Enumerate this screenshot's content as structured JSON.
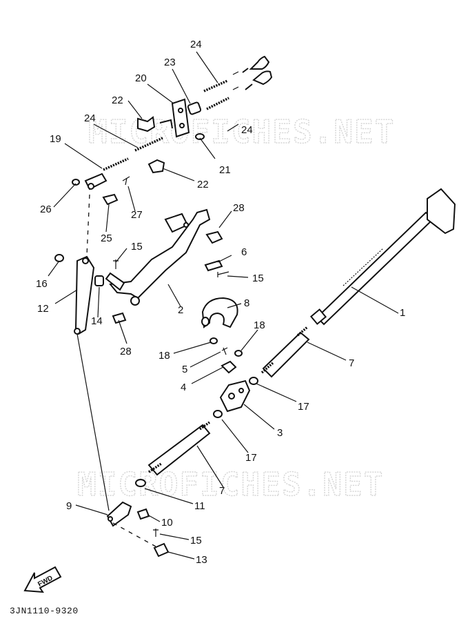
{
  "watermark": {
    "text": "MICROFICHES.NET"
  },
  "fwd_label": "FWD",
  "part_code": "3JN1110-9320",
  "callouts": {
    "c1": "1",
    "c2": "2",
    "c3": "3",
    "c4": "4",
    "c5": "5",
    "c6": "6",
    "c7a": "7",
    "c7b": "7",
    "c8": "8",
    "c9": "9",
    "c10": "10",
    "c11": "11",
    "c12": "12",
    "c13": "13",
    "c14": "14",
    "c15a": "15",
    "c15b": "15",
    "c15c": "15",
    "c16": "16",
    "c17a": "17",
    "c17b": "17",
    "c18a": "18",
    "c18b": "18",
    "c19": "19",
    "c20": "20",
    "c21": "21",
    "c22a": "22",
    "c22b": "22",
    "c23": "23",
    "c24a": "24",
    "c24b": "24",
    "c24c": "24",
    "c25": "25",
    "c26": "26",
    "c27": "27",
    "c28a": "28",
    "c28b": "28"
  }
}
